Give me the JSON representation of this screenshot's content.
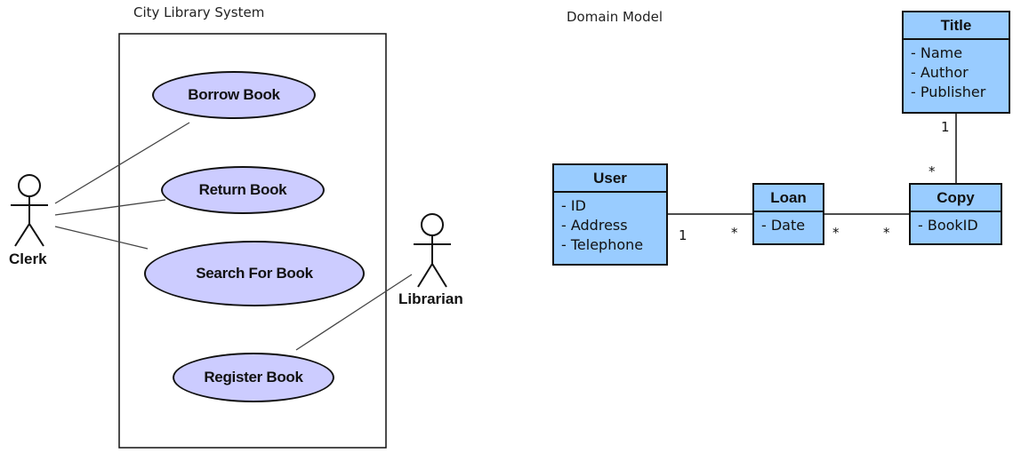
{
  "use_case_diagram": {
    "system_title": "City Library System",
    "actors": [
      {
        "name": "Clerk"
      },
      {
        "name": "Librarian"
      }
    ],
    "use_cases": [
      {
        "label": "Borrow Book"
      },
      {
        "label": "Return Book"
      },
      {
        "label": "Search For Book"
      },
      {
        "label": "Register Book"
      }
    ]
  },
  "domain_model": {
    "title": "Domain Model",
    "classes": {
      "title": {
        "name": "Title",
        "attributes": [
          "- Name",
          "- Author",
          "- Publisher"
        ]
      },
      "user": {
        "name": "User",
        "attributes": [
          "- ID",
          "- Address",
          "- Telephone"
        ]
      },
      "loan": {
        "name": "Loan",
        "attributes": [
          "- Date"
        ]
      },
      "copy": {
        "name": "Copy",
        "attributes": [
          "- BookID"
        ]
      }
    },
    "multiplicities": {
      "user_loan_user_end": "1",
      "user_loan_loan_end": "*",
      "loan_copy_loan_end": "*",
      "loan_copy_copy_end": "*",
      "title_copy_title_end": "1",
      "title_copy_copy_end": "*"
    }
  },
  "colors": {
    "use_case_fill": "#ccccff",
    "class_fill": "#99ccff",
    "line": "#111111"
  }
}
